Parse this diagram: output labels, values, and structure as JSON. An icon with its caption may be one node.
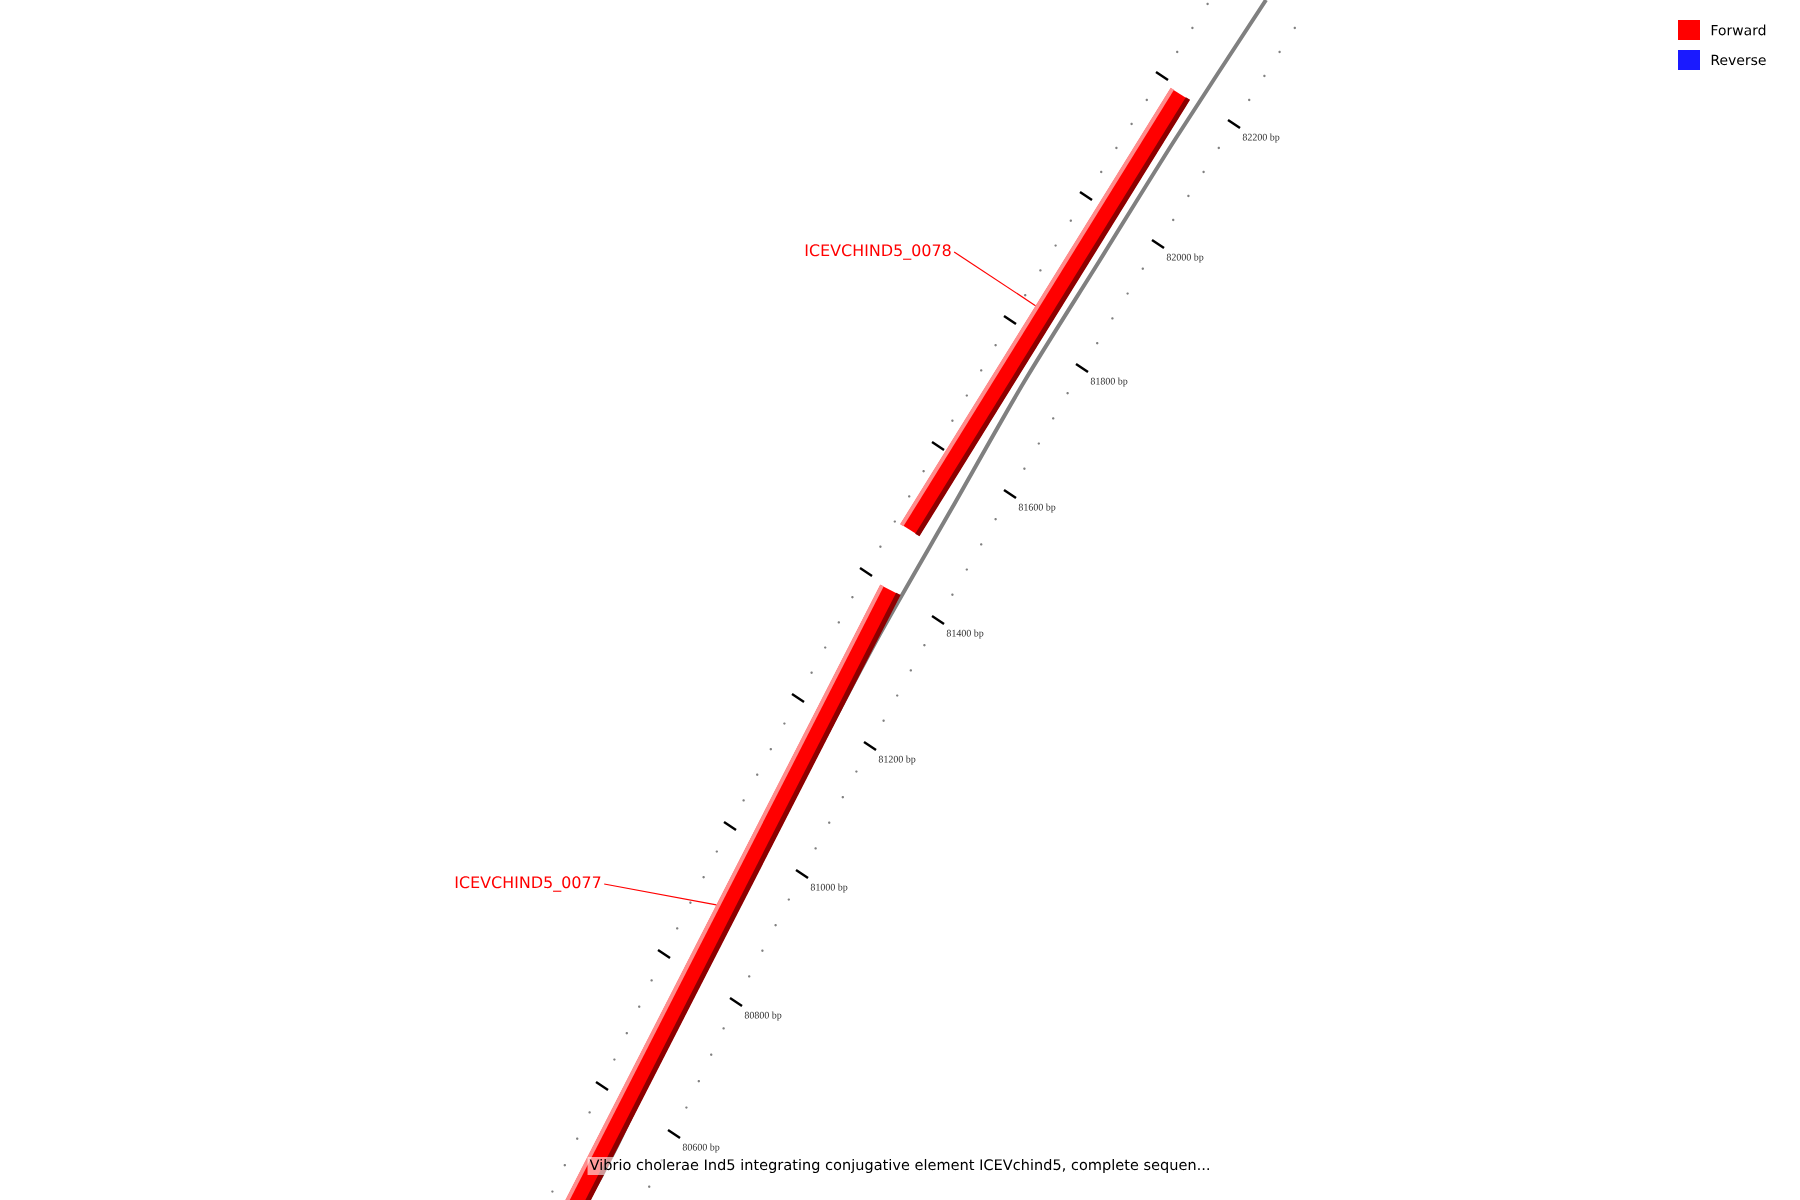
{
  "diagram": {
    "caption": "Vibrio cholerae Ind5 integrating conjugative element ICEVchind5, complete sequen...",
    "nodes": [
      {
        "text": [
          "ICEVCHIND5_0078"
        ]
      },
      {
        "text": [],
        "shape": "bar"
      },
      {
        "text": [
          "ICEVCHIND5_0077"
        ]
      },
      {
        "text": [],
        "shape": "bar"
      }
    ],
    "edges": [
      {
        "from": 0,
        "to": 1,
        "arrow": "none"
      },
      {
        "from": 2,
        "to": 3,
        "arrow": "none"
      }
    ],
    "labels": [
      "82200 bp",
      "82000 bp",
      "81800 bp",
      "81600 bp",
      "81400 bp",
      "81200 bp",
      "81000 bp",
      "80800 bp",
      "80600 bp"
    ],
    "legend": [
      {
        "text": "Forward",
        "color": "#ff0000"
      },
      {
        "text": "Reverse",
        "color": "#1a1aff"
      }
    ]
  }
}
